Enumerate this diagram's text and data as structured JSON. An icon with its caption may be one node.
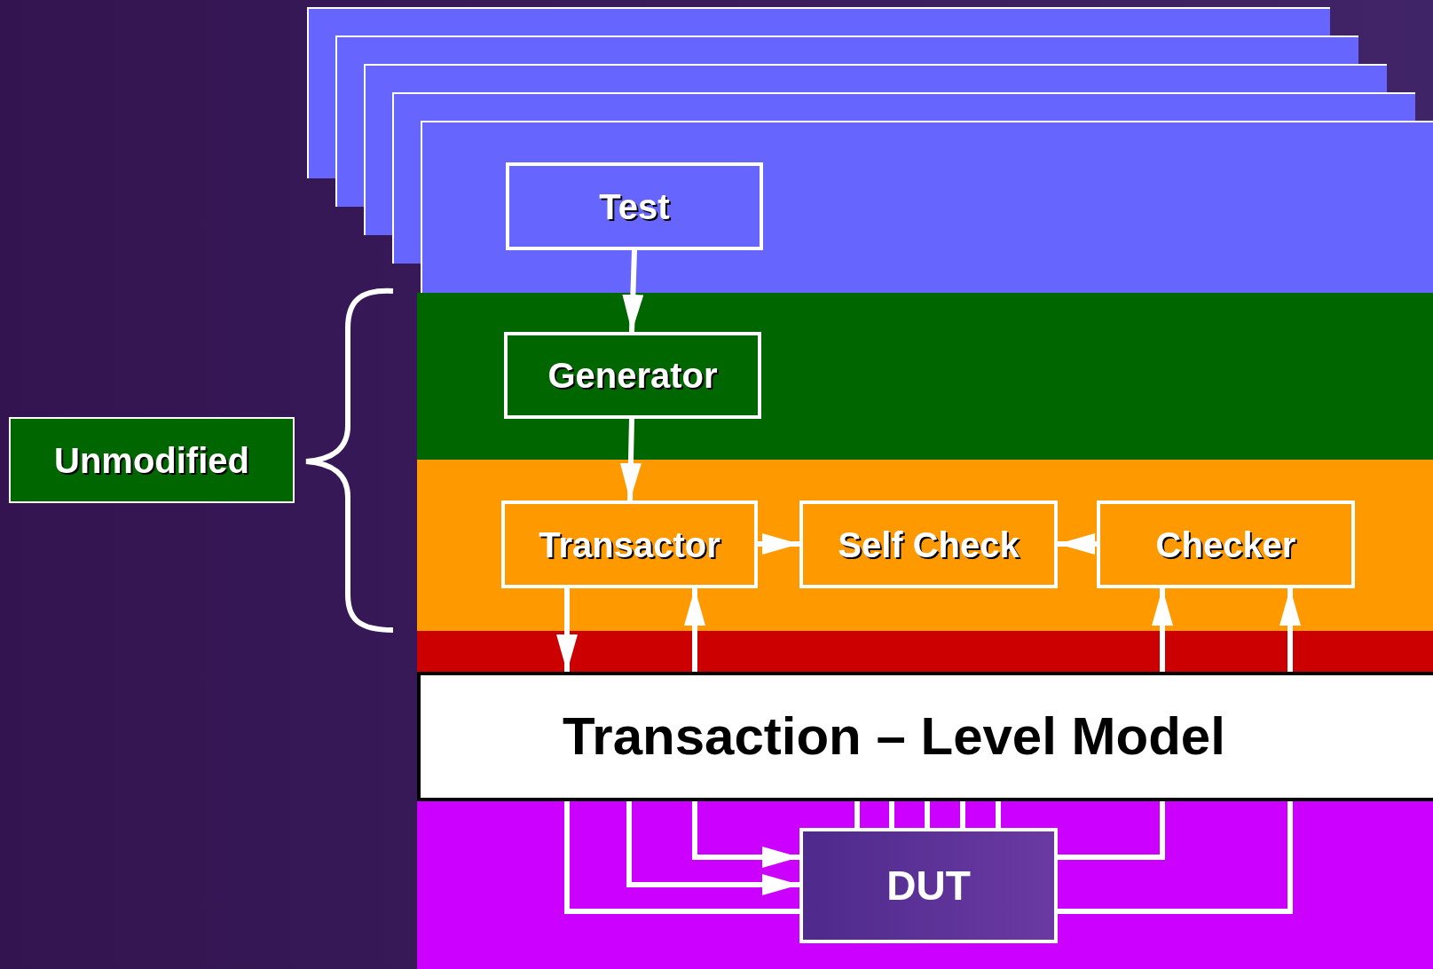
{
  "diagram": {
    "nodes": [
      {
        "text": [
          "Unmodified"
        ]
      },
      {
        "text": [
          "Test"
        ]
      },
      {
        "text": [
          "Generator"
        ]
      },
      {
        "text": [
          "Transactor"
        ]
      },
      {
        "text": [
          "Self Check"
        ]
      },
      {
        "text": [
          "Checker"
        ]
      },
      {
        "text": [
          "Transaction – Level Model"
        ]
      },
      {
        "text": [
          "DUT"
        ]
      }
    ],
    "edges": [
      {
        "from": 1,
        "to": 2,
        "arrow": "to"
      },
      {
        "from": 2,
        "to": 3,
        "arrow": "to"
      },
      {
        "from": 3,
        "to": 4,
        "arrow": "to"
      },
      {
        "from": 5,
        "to": 4,
        "arrow": "to"
      },
      {
        "from": 3,
        "to": 6,
        "arrow": "to"
      },
      {
        "from": 6,
        "to": 3,
        "arrow": "to"
      },
      {
        "from": 6,
        "to": 5,
        "arrow": "to"
      },
      {
        "from": 6,
        "to": 5,
        "arrow": "to"
      },
      {
        "from": 6,
        "to": 7,
        "arrow": "to"
      },
      {
        "from": 6,
        "to": 7,
        "arrow": "to"
      },
      {
        "from": 6,
        "to": 7,
        "arrow": "none"
      },
      {
        "from": 6,
        "to": 7,
        "arrow": "none"
      },
      {
        "from": 6,
        "to": 7,
        "arrow": "none"
      },
      {
        "from": 6,
        "to": 7,
        "arrow": "none"
      },
      {
        "from": 6,
        "to": 7,
        "arrow": "none"
      },
      {
        "from": 6,
        "to": 7,
        "arrow": "none"
      },
      {
        "from": 7,
        "to": 6,
        "arrow": "none"
      },
      {
        "from": 7,
        "to": 6,
        "arrow": "none"
      }
    ]
  }
}
